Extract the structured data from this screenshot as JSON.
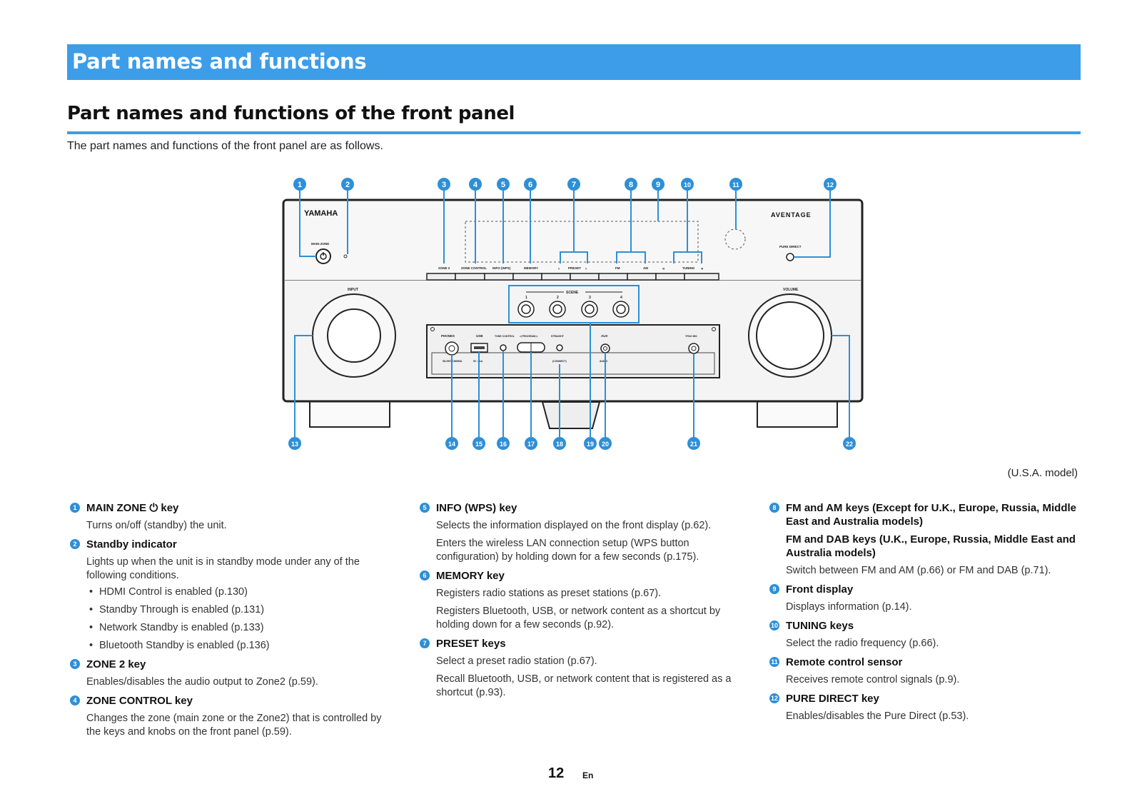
{
  "header": {
    "title": "Part names and functions"
  },
  "section": {
    "title": "Part names and functions of the front panel",
    "intro": "The part names and functions of the front panel are as follows."
  },
  "diagram": {
    "brand": "YAMAHA",
    "series": "AVENTAGE",
    "model_note": "(U.S.A. model)",
    "callouts": [
      "1",
      "2",
      "3",
      "4",
      "5",
      "6",
      "7",
      "8",
      "9",
      "10",
      "11",
      "12",
      "13",
      "14",
      "15",
      "16",
      "17",
      "18",
      "19",
      "20",
      "21",
      "22"
    ],
    "labels": {
      "main_zone": "MAIN ZONE",
      "pure_direct": "PURE DIRECT",
      "zone2": "ZONE 2",
      "zone_control": "ZONE CONTROL",
      "info": "INFO (WPS)",
      "memory": "MEMORY",
      "preset_prev": "‹",
      "preset": "PRESET",
      "preset_next": "›",
      "fm": "FM",
      "am": "AM",
      "tuning_prev": "«",
      "tuning": "TUNING",
      "tuning_next": "»",
      "input": "INPUT",
      "volume": "VOLUME",
      "scene": "SCENE",
      "scene_nums": [
        "1",
        "2",
        "3",
        "4"
      ],
      "phones": "PHONES",
      "silent_cinema": "SILENT CINEMA",
      "usb": "USB",
      "usb_rating": "5V ═ 1A",
      "tone_control": "TONE CONTROL",
      "program": "◁ PROGRAM ▷",
      "straight": "STRAIGHT",
      "connect": "(CONNECT)",
      "aux": "AUX",
      "audio": "AUDIO",
      "ypao_mic": "YPAO MIC"
    }
  },
  "columns": [
    [
      {
        "num": "1",
        "title": "MAIN ZONE ⏻ key",
        "desc": [
          "Turns on/off (standby) the unit."
        ]
      },
      {
        "num": "2",
        "title": "Standby indicator",
        "desc": [
          "Lights up when the unit is in standby mode under any of the following conditions."
        ],
        "bullets": [
          "HDMI Control is enabled (p.130)",
          "Standby Through is enabled (p.131)",
          "Network Standby is enabled (p.133)",
          "Bluetooth Standby is enabled (p.136)"
        ]
      },
      {
        "num": "3",
        "title": "ZONE 2 key",
        "desc": [
          "Enables/disables the audio output to Zone2 (p.59)."
        ]
      },
      {
        "num": "4",
        "title": "ZONE CONTROL key",
        "desc": [
          "Changes the zone (main zone or the Zone2) that is controlled by the keys and knobs on the front panel (p.59)."
        ]
      }
    ],
    [
      {
        "num": "5",
        "title": "INFO (WPS) key",
        "desc": [
          "Selects the information displayed on the front display (p.62).",
          "Enters the wireless LAN connection setup (WPS button configuration) by holding down for a few seconds (p.175)."
        ]
      },
      {
        "num": "6",
        "title": "MEMORY key",
        "desc": [
          "Registers radio stations as preset stations (p.67).",
          "Registers Bluetooth, USB, or network content as a shortcut by holding down for a few seconds (p.92)."
        ]
      },
      {
        "num": "7",
        "title": "PRESET keys",
        "desc": [
          "Select a preset radio station (p.67).",
          "Recall Bluetooth, USB, or network content that is registered as a shortcut (p.93)."
        ]
      }
    ],
    [
      {
        "num": "8",
        "title": "FM and AM keys (Except for U.K., Europe, Russia, Middle East and Australia models)",
        "subtitle": "FM and DAB keys (U.K., Europe, Russia, Middle East and Australia models)",
        "desc": [
          "Switch between FM and AM (p.66) or FM and DAB (p.71)."
        ]
      },
      {
        "num": "9",
        "title": "Front display",
        "desc": [
          "Displays information (p.14)."
        ]
      },
      {
        "num": "10",
        "title": "TUNING keys",
        "desc": [
          "Select the radio frequency (p.66)."
        ]
      },
      {
        "num": "11",
        "title": "Remote control sensor",
        "desc": [
          "Receives remote control signals (p.9)."
        ]
      },
      {
        "num": "12",
        "title": "PURE DIRECT key",
        "desc": [
          "Enables/disables the Pure Direct (p.53)."
        ]
      }
    ]
  ],
  "footer": {
    "page": "12",
    "lang": "En"
  },
  "colors": {
    "accent": "#3d9de8",
    "callout": "#2e8fd6"
  }
}
